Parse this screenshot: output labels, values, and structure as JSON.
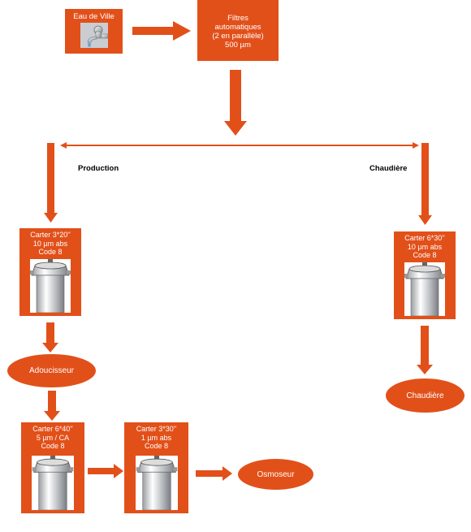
{
  "colors": {
    "accent": "#e2501a"
  },
  "nodes": {
    "eau_de_ville": {
      "label": "Eau de Ville",
      "icon": "faucet-icon"
    },
    "filtres": {
      "label": "Filtres\nautomatiques\n(2 en parallèle)\n500 µm"
    },
    "carter_prod": {
      "label": "Carter 3*20''\n10 µm abs\nCode 8",
      "icon": "filter-housing-icon"
    },
    "carter_chaud": {
      "label": "Carter 6*30''\n10 µm abs\nCode 8",
      "icon": "filter-housing-icon"
    },
    "carter_640": {
      "label": "Carter 6*40''\n5 µm / CA\nCode 8",
      "icon": "filter-housing-icon"
    },
    "carter_330": {
      "label": "Carter 3*30''\n1 µm abs\nCode 8",
      "icon": "filter-housing-icon"
    },
    "adoucisseur": {
      "label": "Adoucisseur"
    },
    "chaudiere_out": {
      "label": "Chaudière"
    },
    "osmoseur": {
      "label": "Osmoseur"
    }
  },
  "branches": {
    "production": "Production",
    "chaudiere": "Chaudière"
  }
}
